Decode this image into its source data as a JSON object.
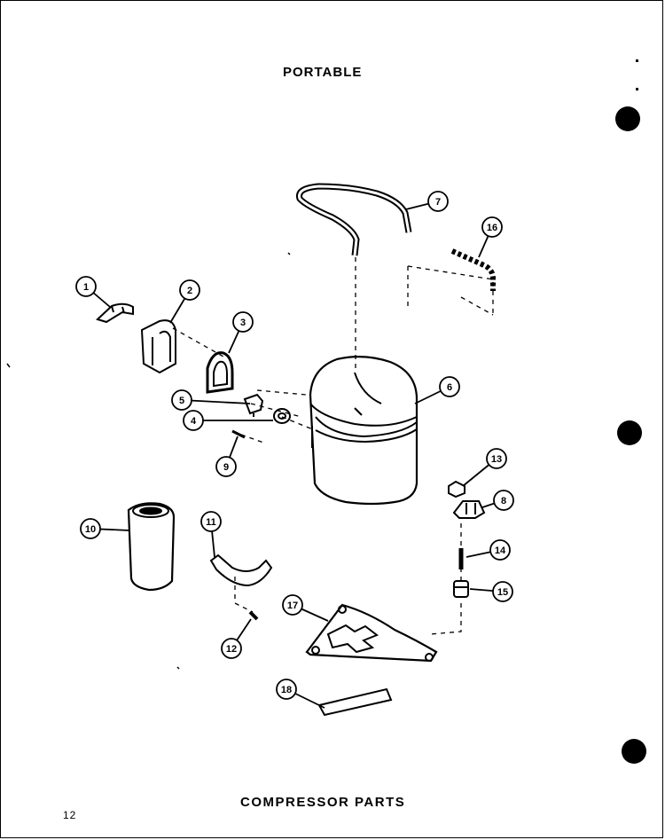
{
  "header": {
    "title": "PORTABLE"
  },
  "footer": {
    "title": "COMPRESSOR PARTS",
    "page_number": "12"
  },
  "callouts": [
    "1",
    "2",
    "3",
    "4",
    "5",
    "6",
    "7",
    "8",
    "9",
    "10",
    "11",
    "12",
    "13",
    "14",
    "15",
    "16",
    "17",
    "18"
  ]
}
